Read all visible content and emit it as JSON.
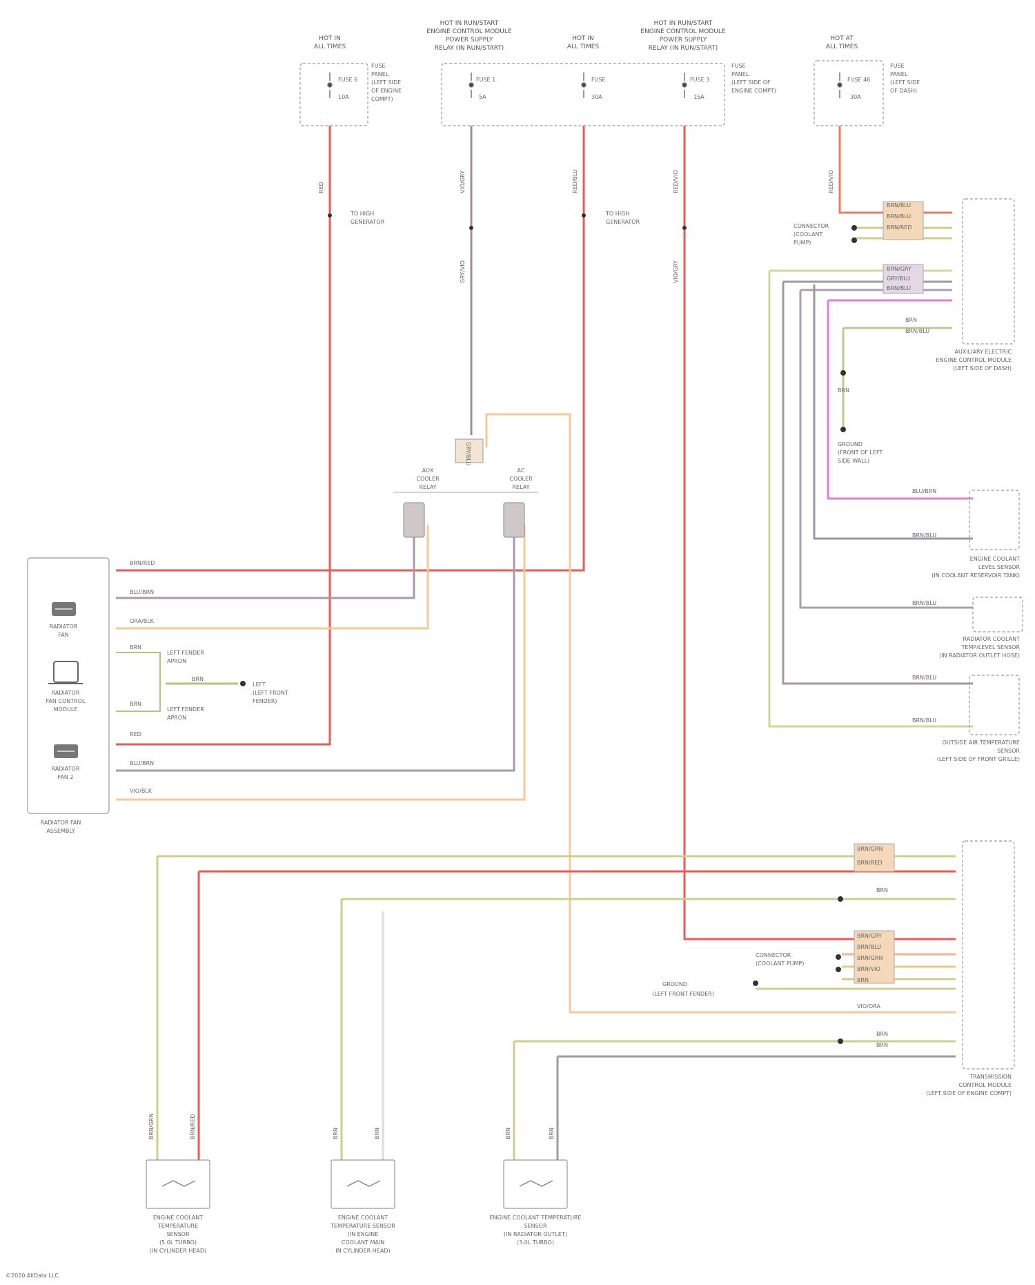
{
  "diagram": {
    "footer": "©2020 AllData LLC",
    "top_fuses": [
      {
        "title_lines": [
          "HOT IN",
          "ALL TIMES"
        ],
        "fuse": "FUSE 6",
        "rating": "10A",
        "note_lines": [
          "FUSE",
          "PANEL",
          "(LEFT SIDE",
          "OF ENGINE",
          "COMPT)"
        ]
      },
      {
        "title_lines": [
          "HOT IN RUN/START",
          "ENGINE CONTROL MODULE",
          "POWER SUPPLY",
          "RELAY (IN RUN/START)"
        ],
        "fuse": "FUSE 1",
        "rating": "5A"
      },
      {
        "title_lines": [
          "HOT IN",
          "ALL TIMES"
        ],
        "fuse": "FUSE",
        "rating": "30A"
      },
      {
        "title_lines": [
          "HOT IN RUN/START",
          "ENGINE CONTROL MODULE",
          "POWER SUPPLY",
          "RELAY (IN RUN/START)"
        ],
        "fuse": "FUSE 3",
        "rating": "15A",
        "note_lines": [
          "FUSE",
          "PANEL",
          "(LEFT SIDE OF",
          "ENGINE COMPT)"
        ]
      },
      {
        "title_lines": [
          "HOT AT",
          "ALL TIMES"
        ],
        "fuse": "FUSE 46",
        "rating": "30A",
        "note_lines": [
          "FUSE",
          "PANEL",
          "(LEFT SIDE",
          "OF DASH)"
        ]
      }
    ],
    "wire_labels": {
      "w1": "RED",
      "w2": "VIO/GRY",
      "w3": "RED/BLU",
      "w4": "RED/VIO",
      "w5": "RED/VIO",
      "w2b": "GRY/VIO",
      "w4b": "VIO/GRY"
    },
    "splices": {
      "s1": [
        "TO HIGH",
        "GENERATOR"
      ],
      "s2": [
        "TO HIGH",
        "GENERATOR"
      ]
    },
    "relays": [
      {
        "name": [
          "AUX",
          "COOLER",
          "RELAY"
        ]
      },
      {
        "name": [
          "AC",
          "COOLER",
          "RELAY"
        ]
      }
    ],
    "relay_wire": "GRY/BLU",
    "left_module": {
      "items": [
        {
          "icon": "fan-icon",
          "label": [
            "RADIATOR",
            "FAN"
          ]
        },
        {
          "icon": "module-icon",
          "label": [
            "RADIATOR",
            "FAN CONTROL",
            "MODULE"
          ]
        },
        {
          "icon": "fan-icon",
          "label": [
            "RADIATOR",
            "FAN 2"
          ]
        }
      ],
      "caption": [
        "RADIATOR FAN",
        "ASSEMBLY"
      ],
      "wires": [
        "BRN/RED",
        "BLU/BRN",
        "ORA/BLK",
        "BRN",
        "BRN",
        "RED",
        "BLU/BRN",
        "VIO/BLK",
        "BRN"
      ],
      "notes": [
        "LEFT FENDER",
        "APRON",
        "LEFT",
        "(LEFT FRONT",
        "FENDER)",
        "LEFT FENDER",
        "APRON"
      ]
    },
    "right_upper": {
      "splice_text": [
        "CONNECTOR",
        "(COOLANT",
        "PUMP)"
      ],
      "wires": [
        "BRN/BLU",
        "BRN/BLU",
        "BRN/RED",
        "BRN/GRY",
        "GRY/BLU",
        "BRN/BLU",
        "BRN",
        "BRN/BLU"
      ],
      "module_caption": [
        "AUXILIARY ELECTRIC",
        "ENGINE CONTROL MODULE",
        "(LEFT SIDE OF DASH)"
      ],
      "ground_text": [
        "BRN",
        "GROUND",
        "(FRONT OF LEFT",
        "SIDE WALL)"
      ]
    },
    "right_sensors": [
      {
        "wire_top": "BLU/BRN",
        "wire_bot": "BRN/BLU",
        "caption": [
          "ENGINE COOLANT",
          "LEVEL SENSOR",
          "(IN COOLANT RESERVOIR TANK)"
        ]
      },
      {
        "wire_top": "BRN/BLU",
        "caption": [
          "RADIATOR COOLANT",
          "TEMP/LEVEL SENSOR",
          "(IN RADIATOR OUTLET HOSE)"
        ]
      },
      {
        "wire_top": "BRN/BLU",
        "wire_bot": "BRN/BLU",
        "caption": [
          "OUTSIDE AIR TEMPERATURE",
          "SENSOR",
          "(LEFT SIDE OF FRONT GRILLE)"
        ]
      }
    ],
    "ecm": {
      "caption": [
        "TRANSMISSION",
        "CONTROL MODULE",
        "(LEFT SIDE OF ENGINE COMPT)"
      ],
      "wires": [
        "BRN/GRN",
        "BRN/RED",
        "BRN",
        "BRN/GRY",
        "BRN/BLU",
        "BRN/GRN",
        "BRN/VIO",
        "BRN",
        "VIO/ORA",
        "BRN",
        "BRN"
      ],
      "notes": [
        "CONNECTOR",
        "(COOLANT PUMP)",
        "GROUND",
        "(LEFT FRONT FENDER)"
      ]
    },
    "bottom_sensors": [
      {
        "wires": [
          "BRN/GRN",
          "BRN/RED"
        ],
        "caption": [
          "ENGINE COOLANT",
          "TEMPERATURE",
          "SENSOR",
          "(5.0L TURBO)",
          "(IN CYLINDER HEAD)"
        ]
      },
      {
        "wires": [
          "BRN",
          "BRN"
        ],
        "caption": [
          "ENGINE COOLANT",
          "TEMPERATURE SENSOR",
          "(IN ENGINE",
          "COOLANT MAIN",
          "IN CYLINDER HEAD)"
        ]
      },
      {
        "wires": [
          "BRN",
          "BRN"
        ],
        "caption": [
          "ENGINE COOLANT TEMPERATURE",
          "SENSOR",
          "(IN RADIATOR OUTLET)",
          "(3.0L TURBO)"
        ]
      }
    ]
  }
}
